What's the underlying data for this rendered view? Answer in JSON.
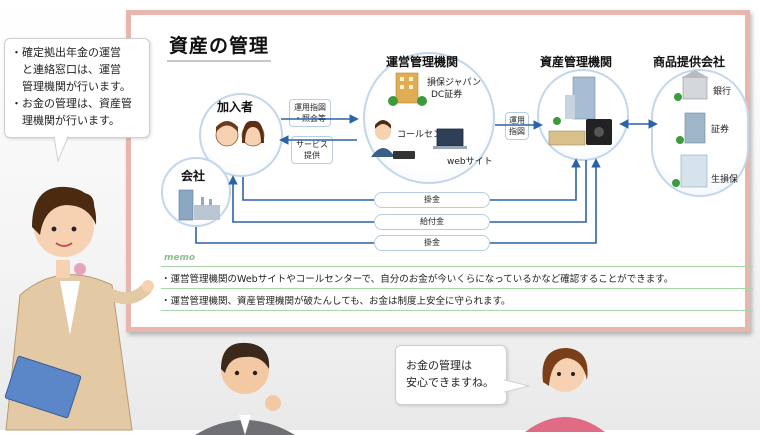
{
  "board": {
    "title": "資産の管理"
  },
  "nodes": {
    "member": "加入者",
    "company": "会社",
    "operator": "運営管理機関",
    "asset_manager": "資産管理機関",
    "provider": "商品提供会社"
  },
  "operator_details": {
    "partner": "損保ジャパン",
    "partner2": "DC証券",
    "call_center": "コールセンター",
    "website": "webサイト"
  },
  "provider_items": [
    "銀行",
    "証券",
    "生損保"
  ],
  "flow_labels": {
    "instruction_1": "運用指図",
    "instruction_2": "・照会等",
    "service_1": "サービス",
    "service_2": "提供",
    "asset_instruction_1": "運用",
    "asset_instruction_2": "指図",
    "contribution_top": "掛金",
    "benefit": "給付金",
    "contribution_bottom": "掛金"
  },
  "memo": {
    "label": "memo",
    "items": [
      "・運営管理機関のWebサイトやコールセンターで、自分のお金が今いくらになっているかなど確認することができます。",
      "・運営管理機関、資産管理機関が破たんしても、お金は制度上安全に守られます。"
    ]
  },
  "left_bubble": {
    "lines": [
      "・確定拠出年金の運営",
      "　と連絡窓口は、運営",
      "　管理機関が行います。",
      "・お金の管理は、資産管",
      "　理機関が行います。"
    ]
  },
  "right_bubble": {
    "lines": [
      "お金の管理は",
      "安心できますね。"
    ]
  },
  "colors": {
    "board_border": "#e9b6ad",
    "arrow": "#2b63a8",
    "circle_border": "#c3d6ea"
  }
}
